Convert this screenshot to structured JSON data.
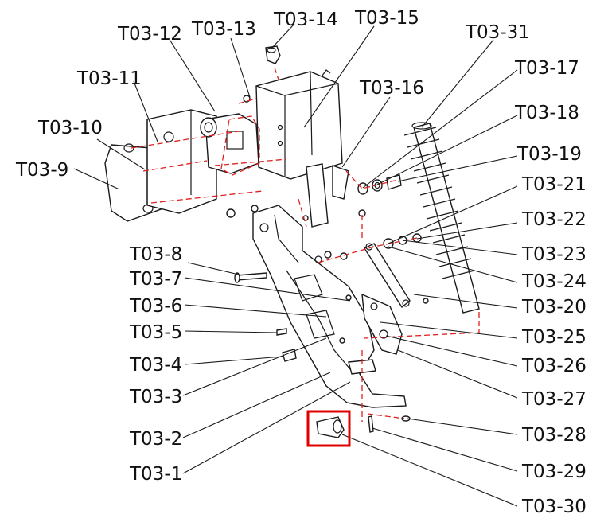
{
  "labels": [
    "T03-1",
    "T03-2",
    "T03-3",
    "T03-4",
    "T03-5",
    "T03-6",
    "T03-7",
    "T03-8",
    "T03-9",
    "T03-10",
    "T03-11",
    "T03-12",
    "T03-13",
    "T03-14",
    "T03-15",
    "T03-16",
    "T03-17",
    "T03-18",
    "T03-19",
    "T03-20",
    "T03-21",
    "T03-22",
    "T03-23",
    "T03-24",
    "T03-25",
    "T03-26",
    "T03-27",
    "T03-28",
    "T03-29",
    "T03-30",
    "T03-31"
  ],
  "highlight": {
    "part": "T03-30",
    "color": "#e00000"
  },
  "colors": {
    "explode_lines": "#e02020",
    "ink": "#1a1a1a"
  }
}
